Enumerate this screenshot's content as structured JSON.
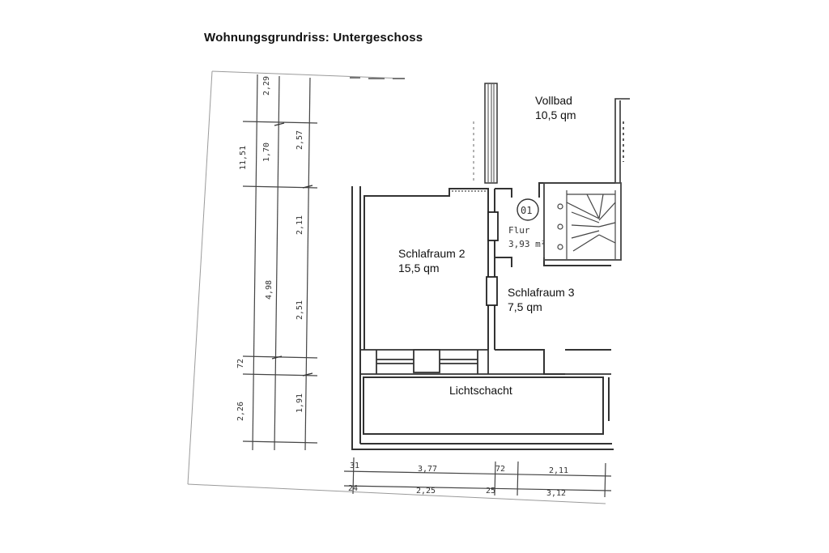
{
  "title": "Wohnungsgrundriss:  Untergeschoss",
  "rooms": [
    {
      "name": "Vollbad",
      "area": "10,5 qm"
    },
    {
      "name": "Schlafraum 2",
      "area": "15,5 qm"
    },
    {
      "name": "Schlafraum 3",
      "area": "7,5 qm"
    },
    {
      "name": "Lichtschacht",
      "area": ""
    }
  ],
  "flur": {
    "number": "01",
    "name": "Flur",
    "area": "3,93 m²"
  },
  "dimensions_left": [
    "11,51",
    "4,98",
    "2,29",
    "1,70",
    "2,57",
    "2,11",
    "2,51",
    "72",
    "2,26",
    "1,91"
  ],
  "dimensions_bottom": [
    "31",
    "3,77",
    "72",
    "2,11",
    "24",
    "2,25",
    "25",
    "3,12"
  ]
}
